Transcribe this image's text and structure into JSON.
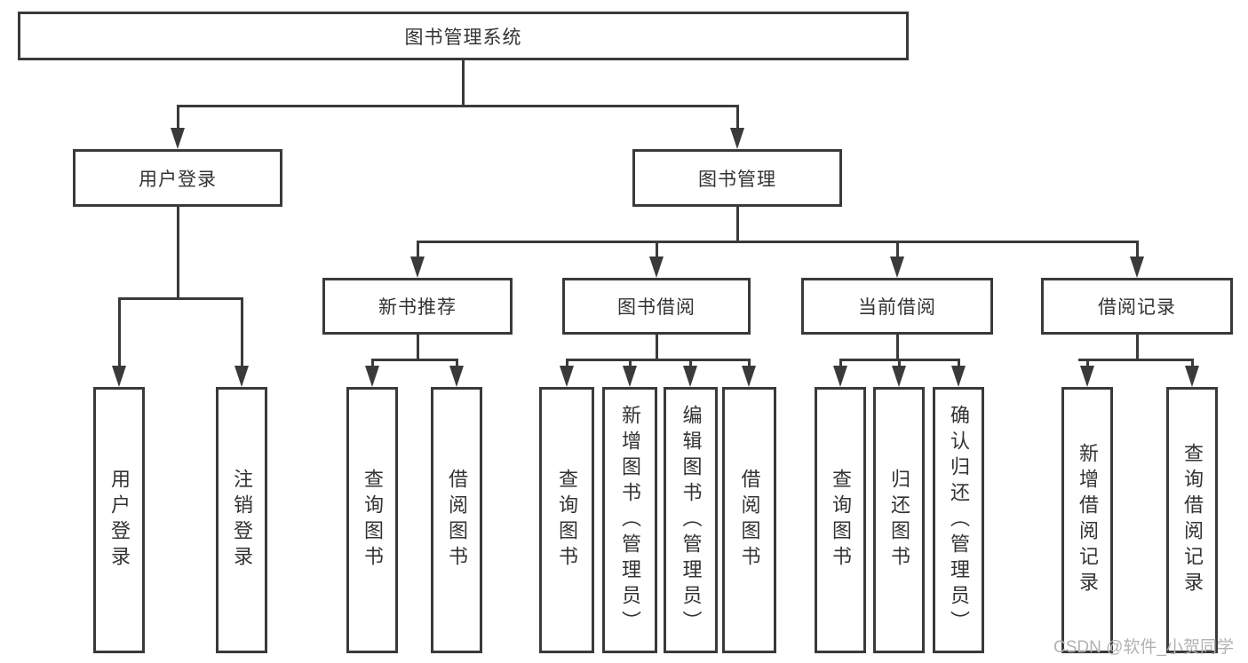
{
  "diagram": {
    "title": "图书管理系统",
    "level2": [
      {
        "label": "用户登录",
        "children": [
          "用户登录",
          "注销登录"
        ]
      },
      {
        "label": "图书管理"
      }
    ],
    "level3": [
      {
        "label": "新书推荐",
        "children": [
          "查询图书",
          "借阅图书"
        ]
      },
      {
        "label": "图书借阅",
        "children": [
          "查询图书",
          "新增图书（管理员）",
          "编辑图书（管理员）",
          "借阅图书"
        ]
      },
      {
        "label": "当前借阅",
        "children": [
          "查询图书",
          "归还图书",
          "确认归还（管理员）"
        ]
      },
      {
        "label": "借阅记录",
        "children": [
          "新增借阅记录",
          "查询借阅记录"
        ]
      }
    ]
  },
  "watermark": {
    "text": "CSDN @软件_小贺同学"
  },
  "colors": {
    "line": "#3a3a3a",
    "text": "#333333",
    "watermark": "#b2b2b2",
    "background": "#ffffff"
  }
}
